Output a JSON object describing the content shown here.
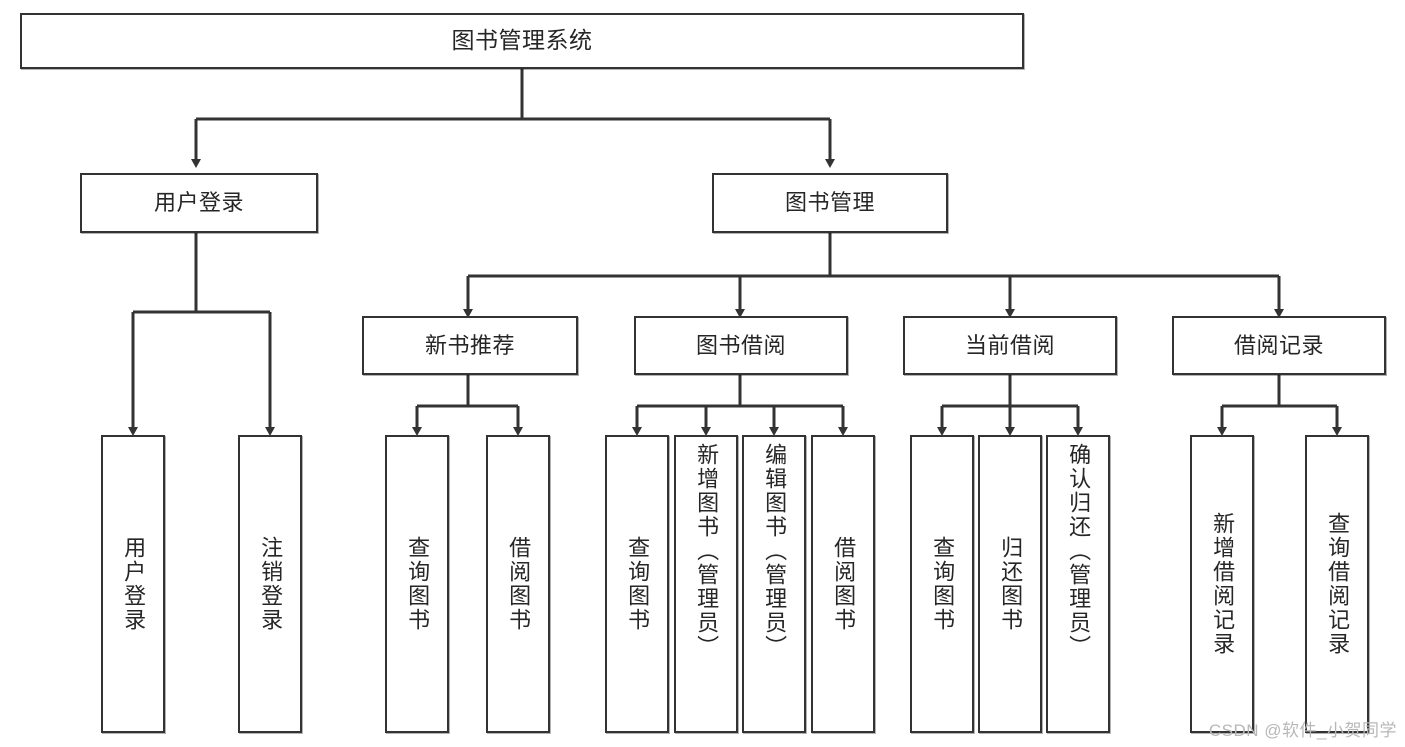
{
  "diagram": {
    "title": "图书管理系统",
    "type": "tree",
    "watermark": "CSDN @软件_小贺同学",
    "colors": {
      "box_border": "#333333",
      "box_fill": "#ffffff",
      "text": "#262626",
      "edge": "#333333",
      "watermark": "#b8b8b8",
      "background": "#ffffff"
    },
    "root": {
      "label": "图书管理系统"
    },
    "tier2": [
      {
        "label": "用户登录"
      },
      {
        "label": "图书管理"
      }
    ],
    "tier3": [
      {
        "label": "新书推荐"
      },
      {
        "label": "图书借阅"
      },
      {
        "label": "当前借阅"
      },
      {
        "label": "借阅记录"
      }
    ],
    "leaves": {
      "user_login": [
        {
          "label": "用户登录"
        },
        {
          "label": "注销登录"
        }
      ],
      "new_book": [
        {
          "label": "查询图书"
        },
        {
          "label": "借阅图书"
        }
      ],
      "book_borrow": [
        {
          "label": "查询图书"
        },
        {
          "label": "新增图书（管理员）"
        },
        {
          "label": "编辑图书（管理员）"
        },
        {
          "label": "借阅图书"
        }
      ],
      "current_borrow": [
        {
          "label": "查询图书"
        },
        {
          "label": "归还图书"
        },
        {
          "label": "确认归还（管理员）"
        }
      ],
      "borrow_record": [
        {
          "label": "新增借阅记录"
        },
        {
          "label": "查询借阅记录"
        }
      ]
    }
  }
}
